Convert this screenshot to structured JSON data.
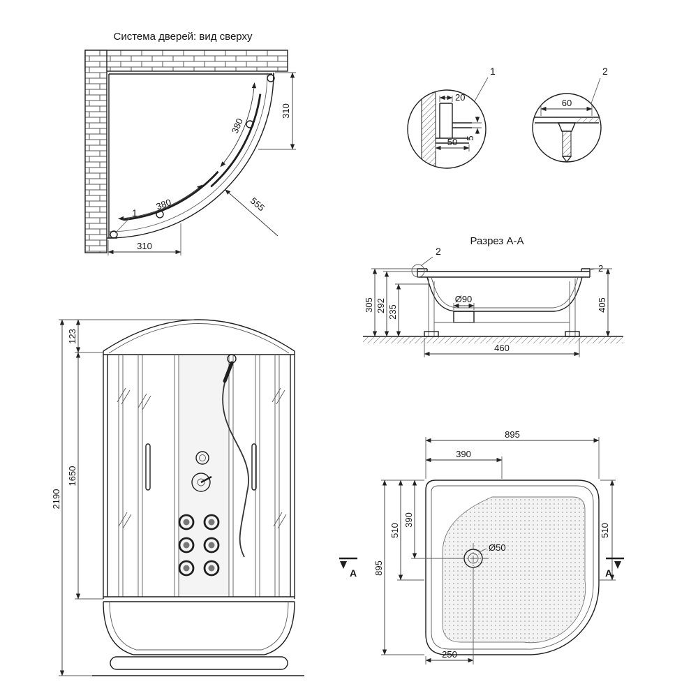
{
  "titles": {
    "top_view": "Система дверей: вид сверху",
    "section": "Разрез А-А"
  },
  "top_view": {
    "dim_310_right": "310",
    "dim_380_upper": "380",
    "dim_380_lower": "380",
    "dim_555_arc": "555",
    "dim_310_bottom": "310",
    "callout_1": "1"
  },
  "details": {
    "detail_1": {
      "label": "1",
      "dim_20": "20",
      "dim_50": "50",
      "dim_5": "5"
    },
    "detail_2": {
      "label": "2",
      "dim_60": "60"
    }
  },
  "section_view": {
    "callout_2": "2",
    "dim_305": "305",
    "dim_292": "292",
    "dim_235": "235",
    "dim_drain": "Ø90",
    "dim_460": "460",
    "dim_405": "405",
    "dim_2": "2"
  },
  "front_view": {
    "dim_123": "123",
    "dim_1650": "1650",
    "dim_2190": "2190"
  },
  "tray_view": {
    "dim_895_top": "895",
    "dim_390_top": "390",
    "dim_895_left": "895",
    "dim_510_left": "510",
    "dim_390_left": "390",
    "dim_510_right": "510",
    "dim_drain": "Ø50",
    "dim_250": "250",
    "section_mark_left": "А",
    "section_mark_right": "А"
  },
  "colors": {
    "line": "#1f1f1f",
    "hatch": "#666666",
    "texture_dot": "#8f8f8f"
  }
}
